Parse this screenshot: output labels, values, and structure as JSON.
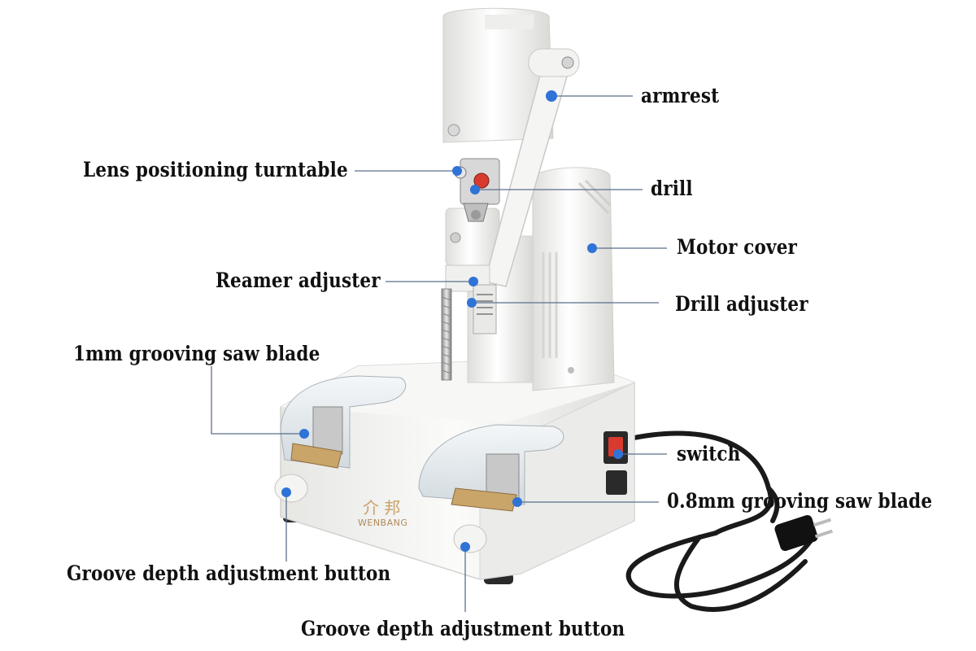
{
  "labels": {
    "armrest": "armrest",
    "turntable": "Lens positioning turntable",
    "drill": "drill",
    "motor_cover": "Motor cover",
    "reamer_adjuster": "Reamer adjuster",
    "drill_adjuster": "Drill adjuster",
    "saw_1mm": "1mm grooving saw blade",
    "switch": "switch",
    "saw_08mm": "0.8mm grooving saw blade",
    "groove_left": "Groove depth adjustment button",
    "groove_bottom": "Groove depth adjustment button"
  },
  "brand": {
    "logo_chars": "介 邦",
    "name": "WENBANG"
  },
  "colors": {
    "marker": "#2f73d6",
    "leader": "#5a6f8a",
    "machine_body": "#f2f2f0",
    "machine_shadow": "#d9d9d6",
    "cord": "#1a1a1a",
    "switch_red": "#d83a2e"
  }
}
